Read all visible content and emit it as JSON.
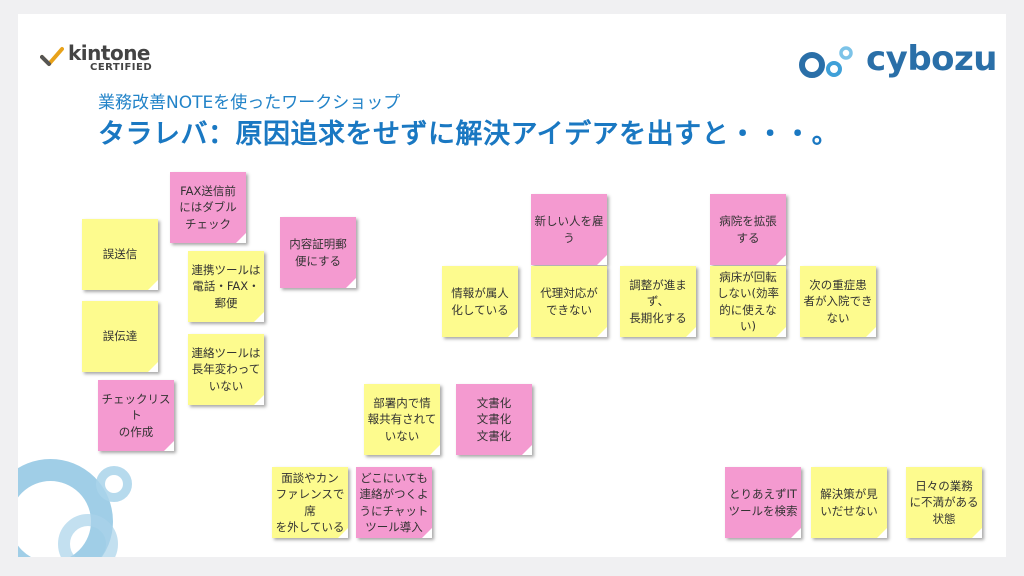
{
  "header": {
    "subtitle": "業務改善NOTEを使ったワークショップ",
    "title": "タラレバ：原因追求をせずに解決アイデアを出すと・・・。"
  },
  "logos": {
    "kintone_name": "kintone",
    "kintone_badge": "CERTIFIED",
    "cybozu_name": "cybozu"
  },
  "colors": {
    "title_blue": "#1a78c2",
    "note_yellow": "#fdfb8e",
    "note_pink": "#f49ad0",
    "deco_blue": "#8fc5e3"
  },
  "notes": [
    {
      "id": "n1",
      "color": "pink",
      "text": "FAX送信前\nにはダブル\nチェック"
    },
    {
      "id": "n2",
      "color": "yellow",
      "text": "誤送信"
    },
    {
      "id": "n3",
      "color": "yellow",
      "text": "連携ツールは\n電話・FAX・\n郵便"
    },
    {
      "id": "n4",
      "color": "pink",
      "text": "内容証明郵\n便にする"
    },
    {
      "id": "n5",
      "color": "yellow",
      "text": "誤伝達"
    },
    {
      "id": "n6",
      "color": "yellow",
      "text": "連絡ツールは\n長年変わって\nいない"
    },
    {
      "id": "n7",
      "color": "pink",
      "text": "チェックリスト\nの作成"
    },
    {
      "id": "n8",
      "color": "pink",
      "text": "新しい人を雇\nう"
    },
    {
      "id": "n9",
      "color": "pink",
      "text": "病院を拡張\nする"
    },
    {
      "id": "n10",
      "color": "yellow",
      "text": "情報が属人\n化している"
    },
    {
      "id": "n11",
      "color": "yellow",
      "text": "代理対応が\nできない"
    },
    {
      "id": "n12",
      "color": "yellow",
      "text": "調整が進まず、\n長期化する"
    },
    {
      "id": "n13",
      "color": "yellow",
      "text": "病床が回転\nしない(効率\n的に使えな\nい)"
    },
    {
      "id": "n14",
      "color": "yellow",
      "text": "次の重症患\n者が入院でき\nない"
    },
    {
      "id": "n15",
      "color": "yellow",
      "text": "部署内で情\n報共有されて\nいない"
    },
    {
      "id": "n16",
      "color": "pink",
      "text": "文書化\n文書化\n文書化"
    },
    {
      "id": "n17",
      "color": "yellow",
      "text": "面談やカン\nファレンスで席\nを外している"
    },
    {
      "id": "n18",
      "color": "pink",
      "text": "どこにいても\n連絡がつくよ\nうにチャット\nツール導入"
    },
    {
      "id": "n19",
      "color": "pink",
      "text": "とりあえずIT\nツールを検索"
    },
    {
      "id": "n20",
      "color": "yellow",
      "text": "解決策が見\nいだせない"
    },
    {
      "id": "n21",
      "color": "yellow",
      "text": "日々の業務\nに不満がある\n状態"
    }
  ]
}
